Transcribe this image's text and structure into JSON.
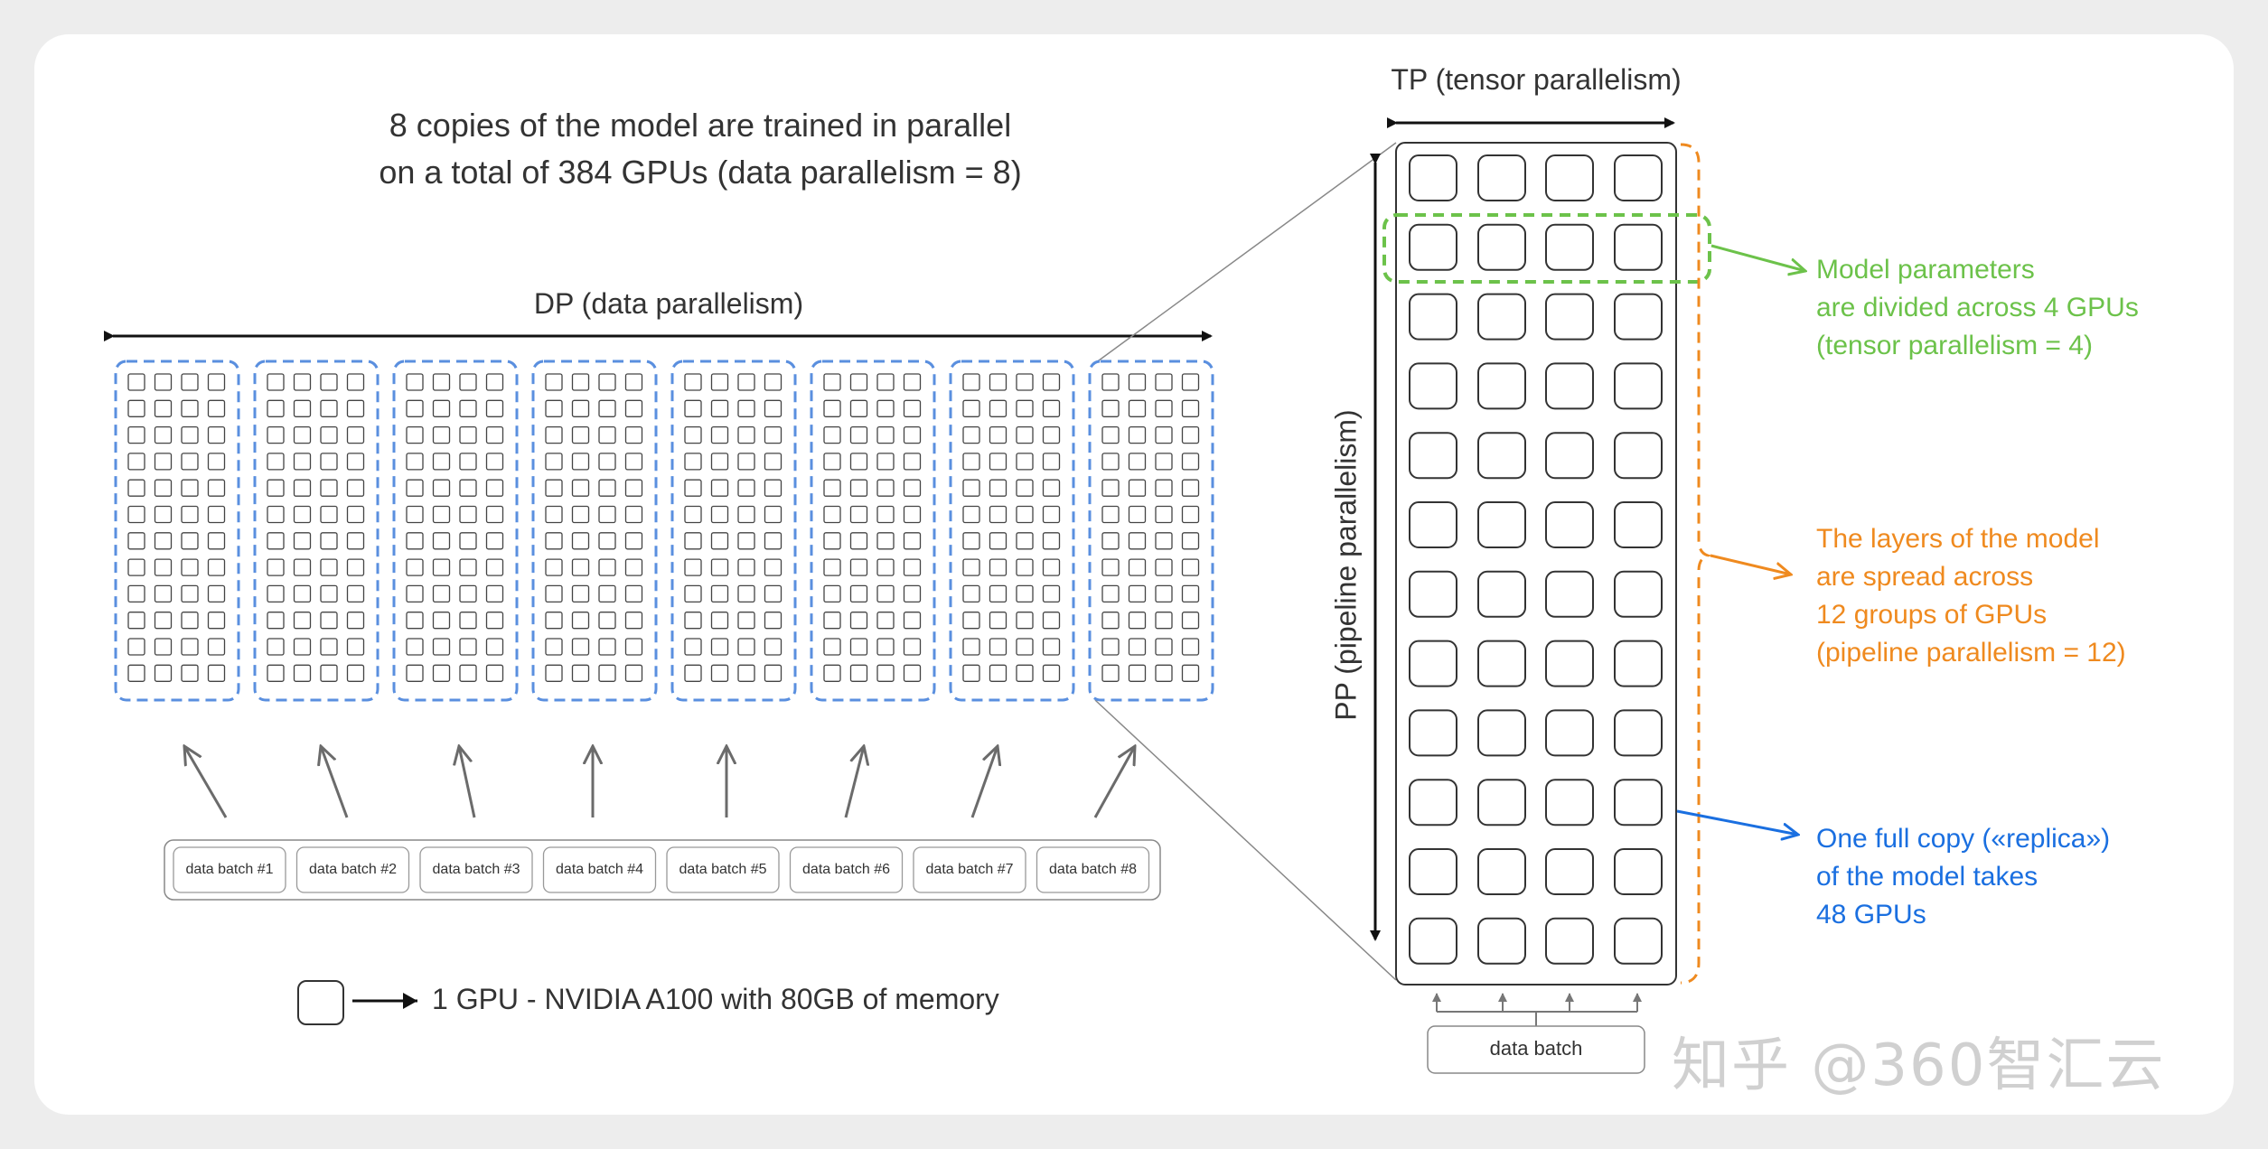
{
  "title": {
    "line1": "8 copies of the model are trained in parallel",
    "line2": "on a total of 384 GPUs (data parallelism = 8)"
  },
  "dp_label": "DP (data parallelism)",
  "tp_label": "TP (tensor parallelism)",
  "pp_label": "PP (pipeline parallelism)",
  "data_batches": [
    "data batch #1",
    "data batch #2",
    "data batch #3",
    "data batch #4",
    "data batch #5",
    "data batch #6",
    "data batch #7",
    "data batch #8"
  ],
  "replica_data_batch": "data batch",
  "legend": "1 GPU - NVIDIA A100 with 80GB of memory",
  "annotations": {
    "tensor": {
      "lines": [
        "Model parameters",
        "are divided across 4 GPUs",
        "(tensor parallelism = 4)"
      ],
      "color": "#6cc24a"
    },
    "pipeline": {
      "lines": [
        "The layers of the model",
        "are spread across",
        "12 groups of GPUs",
        "(pipeline parallelism = 12)"
      ],
      "color": "#ef8a1f"
    },
    "replica": {
      "lines": [
        "One full copy («replica»)",
        "of the model takes",
        "48 GPUs"
      ],
      "color": "#1a6fe0"
    }
  },
  "structure": {
    "replicas": 8,
    "pipeline_stages": 12,
    "tensor_parallel": 4,
    "total_gpus": 384
  },
  "colors": {
    "replica_border": "#5a8fdf",
    "tensor_highlight": "#6cc24a",
    "pipeline_bracket": "#ef8a1f",
    "replica_arrow": "#1a6fe0",
    "gpu_box": "#333333"
  },
  "watermark": "知乎 @360智汇云"
}
